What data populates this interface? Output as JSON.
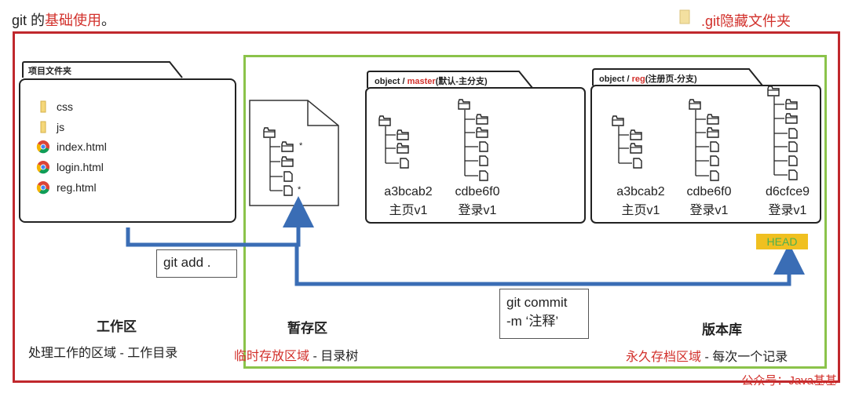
{
  "header": {
    "title_prefix": "git 的",
    "title_highlight": "基础使用",
    "title_suffix": "。",
    "git_dir": ".git隐藏文件夹"
  },
  "workspace": {
    "folder_label": "项目文件夹",
    "files": [
      {
        "name": "css",
        "icon": "folder-icon"
      },
      {
        "name": "js",
        "icon": "folder-icon"
      },
      {
        "name": "index.html",
        "icon": "chrome-icon"
      },
      {
        "name": "login.html",
        "icon": "chrome-icon"
      },
      {
        "name": "reg.html",
        "icon": "chrome-icon"
      }
    ],
    "title": "工作区",
    "desc": "处理工作的区域 - 工作目录"
  },
  "staging": {
    "title": "暂存区",
    "desc_highlight": "临时存放区域",
    "desc_rest": " - 目录树",
    "marks": [
      "*",
      "*"
    ]
  },
  "repo": {
    "title": "版本库",
    "desc_highlight": "永久存档区域",
    "desc_rest": " - 每次一个记录"
  },
  "commands": {
    "add": "git  add  .",
    "commit_line1": "git commit",
    "commit_line2": "-m ‘注释’"
  },
  "branches": {
    "master": {
      "label_prefix": "object / ",
      "branch": "master",
      "label_suffix": "(默认-主分支)",
      "commits": [
        {
          "hash": "a3bcab2",
          "desc": "主页v1"
        },
        {
          "hash": "cdbe6f0",
          "desc": "登录v1"
        }
      ]
    },
    "reg": {
      "label_prefix": "object / ",
      "branch": "reg",
      "label_suffix": "(注册页-分支)",
      "commits": [
        {
          "hash": "a3bcab2",
          "desc": "主页v1"
        },
        {
          "hash": "cdbe6f0",
          "desc": "登录v1"
        },
        {
          "hash": "d6cfce9",
          "desc": "登录v1"
        }
      ]
    }
  },
  "head": "HEAD",
  "watermark": "公众号：Java基基",
  "colors": {
    "red": "#d2302b",
    "green": "#8bc34a",
    "arrow_blue": "#3a6db5",
    "head_bg": "#f0c020"
  }
}
